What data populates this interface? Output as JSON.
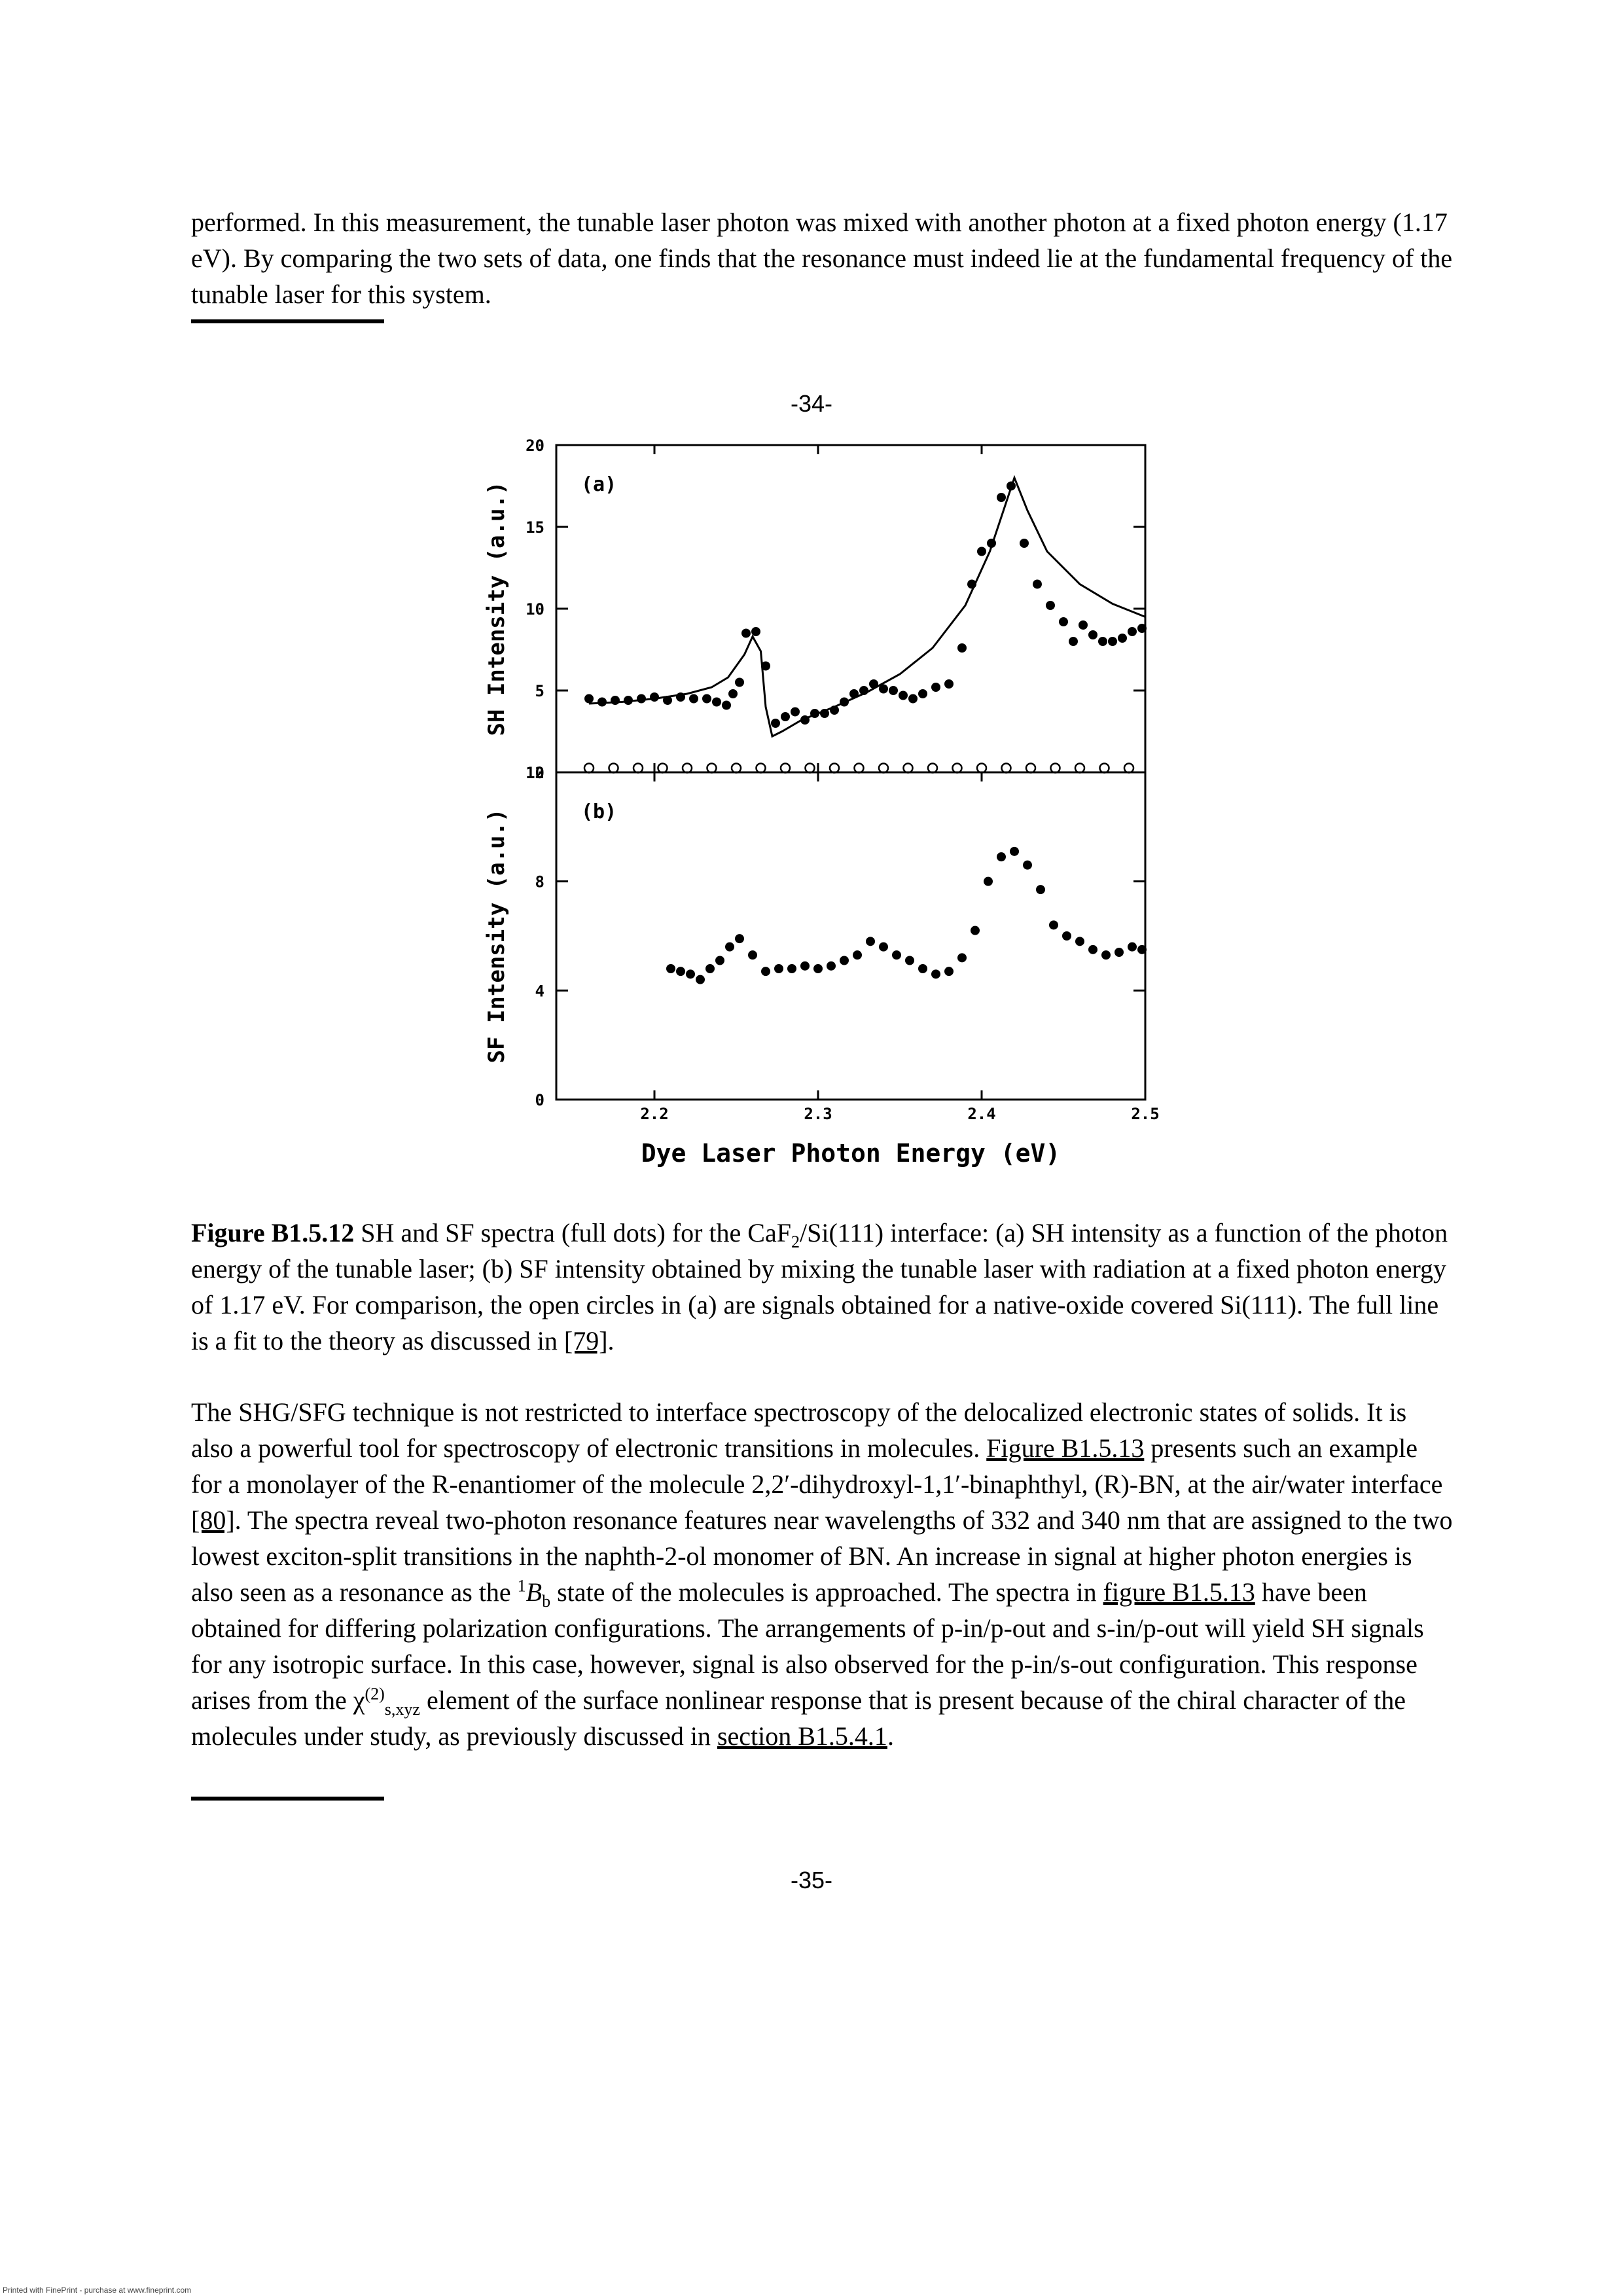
{
  "top_paragraph": "performed. In this measurement, the tunable laser photon was mixed with another photon at a fixed photon energy (1.17 eV). By comparing the two sets of data, one finds that the resonance must indeed lie at the fundamental frequency of the tunable laser for this system.",
  "page_number_top": "-34-",
  "page_number_bottom": "-35-",
  "caption": {
    "label": "Figure B1.5.12",
    "t1": " SH and SF spectra (full dots) for the CaF",
    "t1_sub": "2",
    "t2": "/Si(111) interface: (a) SH intensity as a function of the photon energy of the tunable laser; (b) SF intensity obtained by mixing the tunable laser with radiation at a fixed photon energy of 1.17 eV. For comparison, the open circles in (a) are signals obtained for a native-oxide covered Si(111). The full line is a fit to the theory as discussed in ",
    "ref": "[79]",
    "t3": "."
  },
  "body_paragraph": {
    "p1": "The SHG/SFG technique is not restricted to interface spectroscopy of the delocalized electronic states of solids. It is also a powerful tool for spectroscopy of electronic transitions in molecules. ",
    "link1": "Figure B1.5.13",
    "p2": " presents such an example for a monolayer of the R-enantiomer of the molecule 2,2′-dihydroxyl-1,1′-binaphthyl, (R)-BN, at the air/water interface ",
    "ref": "[80]",
    "p3": ". The spectra reveal two-photon resonance features near wavelengths of 332 and 340 nm that are assigned to the two lowest exciton-split transitions in the naphth-2-ol monomer of BN. An increase in signal at higher photon energies is also seen as a resonance as the ",
    "state_sup": "1",
    "state_b": "B",
    "state_sub": "b",
    "p4": " state of the molecules is approached. The spectra in ",
    "link2": "figure B1.5.13",
    "p5": " have been obtained for differing polarization configurations. The arrangements of p-in/p-out and s-in/p-out will yield SH signals for any isotropic surface. In this case, however, signal is also observed for the p-in/s-out configuration. This response arises from the ",
    "chi": "χ",
    "chi_sup": "(2)",
    "chi_sub": "s,xyz",
    "p6": " element of the surface nonlinear response that is present because of the chiral character of the molecules under study, as previously discussed in ",
    "link3": "section B1.5.4.1",
    "p7": "."
  },
  "footer": "Printed with FinePrint - purchase at www.fineprint.com",
  "chart_data": [
    {
      "type": "scatter",
      "panel_label": "(a)",
      "ylabel": "SH Intensity (a.u.)",
      "xlim": [
        2.14,
        2.5
      ],
      "ylim": [
        0,
        20
      ],
      "yticks": [
        0,
        5,
        10,
        15,
        20
      ],
      "series": [
        {
          "style": "full-dots",
          "x": [
            2.16,
            2.168,
            2.176,
            2.184,
            2.192,
            2.2,
            2.208,
            2.216,
            2.224,
            2.232,
            2.238,
            2.244,
            2.248,
            2.252,
            2.256,
            2.262,
            2.268,
            2.274,
            2.28,
            2.286,
            2.292,
            2.298,
            2.304,
            2.31,
            2.316,
            2.322,
            2.328,
            2.334,
            2.34,
            2.346,
            2.352,
            2.358,
            2.364,
            2.372,
            2.38,
            2.388,
            2.394,
            2.4,
            2.406,
            2.412,
            2.418,
            2.426,
            2.434,
            2.442,
            2.45,
            2.456,
            2.462,
            2.468,
            2.474,
            2.48,
            2.486,
            2.492,
            2.498
          ],
          "y": [
            4.5,
            4.3,
            4.4,
            4.4,
            4.5,
            4.6,
            4.4,
            4.6,
            4.5,
            4.5,
            4.3,
            4.1,
            4.8,
            5.5,
            8.5,
            8.6,
            6.5,
            3.0,
            3.4,
            3.7,
            3.2,
            3.6,
            3.6,
            3.8,
            4.3,
            4.8,
            5.0,
            5.4,
            5.1,
            5.0,
            4.7,
            4.5,
            4.8,
            5.2,
            5.4,
            7.6,
            11.5,
            13.5,
            14.0,
            16.8,
            17.5,
            14.0,
            11.5,
            10.2,
            9.2,
            8.0,
            9.0,
            8.4,
            8.0,
            8.0,
            8.2,
            8.6,
            8.8
          ]
        },
        {
          "style": "open-circles",
          "x": [
            2.16,
            2.175,
            2.19,
            2.205,
            2.22,
            2.235,
            2.25,
            2.265,
            2.28,
            2.295,
            2.31,
            2.325,
            2.34,
            2.355,
            2.37,
            2.385,
            2.4,
            2.415,
            2.43,
            2.445,
            2.46,
            2.475,
            2.49
          ],
          "y": [
            0.1,
            0.1,
            0.1,
            0.1,
            0.1,
            0.1,
            0.1,
            0.1,
            0.1,
            0.1,
            0.1,
            0.1,
            0.1,
            0.1,
            0.1,
            0.1,
            0.1,
            0.1,
            0.1,
            0.1,
            0.1,
            0.1,
            0.1
          ]
        },
        {
          "style": "fit-line",
          "x": [
            2.16,
            2.18,
            2.2,
            2.22,
            2.235,
            2.245,
            2.255,
            2.26,
            2.265,
            2.268,
            2.272,
            2.278,
            2.29,
            2.31,
            2.33,
            2.35,
            2.37,
            2.39,
            2.405,
            2.415,
            2.42,
            2.428,
            2.44,
            2.46,
            2.48,
            2.5
          ],
          "y": [
            4.2,
            4.3,
            4.5,
            4.8,
            5.2,
            5.8,
            7.2,
            8.3,
            7.4,
            4.0,
            2.2,
            2.5,
            3.2,
            4.0,
            4.9,
            6.0,
            7.6,
            10.2,
            13.5,
            16.5,
            18.0,
            16.0,
            13.5,
            11.5,
            10.3,
            9.5
          ]
        }
      ]
    },
    {
      "type": "scatter",
      "panel_label": "(b)",
      "ylabel": "SF Intensity (a.u.)",
      "xlabel": "Dye Laser Photon Energy (eV)",
      "xlim": [
        2.14,
        2.5
      ],
      "ylim": [
        0,
        12
      ],
      "yticks": [
        0,
        4,
        8,
        12
      ],
      "xticks": [
        2.2,
        2.3,
        2.4,
        2.5
      ],
      "xticklabels": [
        "2.2",
        "2.3",
        "2.4",
        "2.5"
      ],
      "series": [
        {
          "style": "full-dots",
          "x": [
            2.21,
            2.216,
            2.222,
            2.228,
            2.234,
            2.24,
            2.246,
            2.252,
            2.26,
            2.268,
            2.276,
            2.284,
            2.292,
            2.3,
            2.308,
            2.316,
            2.324,
            2.332,
            2.34,
            2.348,
            2.356,
            2.364,
            2.372,
            2.38,
            2.388,
            2.396,
            2.404,
            2.412,
            2.42,
            2.428,
            2.436,
            2.444,
            2.452,
            2.46,
            2.468,
            2.476,
            2.484,
            2.492,
            2.498
          ],
          "y": [
            4.8,
            4.7,
            4.6,
            4.4,
            4.8,
            5.1,
            5.6,
            5.9,
            5.3,
            4.7,
            4.8,
            4.8,
            4.9,
            4.8,
            4.9,
            5.1,
            5.3,
            5.8,
            5.6,
            5.3,
            5.1,
            4.8,
            4.6,
            4.7,
            5.2,
            6.2,
            8.0,
            8.9,
            9.1,
            8.6,
            7.7,
            6.4,
            6.0,
            5.8,
            5.5,
            5.3,
            5.4,
            5.6,
            5.5
          ]
        }
      ]
    }
  ]
}
